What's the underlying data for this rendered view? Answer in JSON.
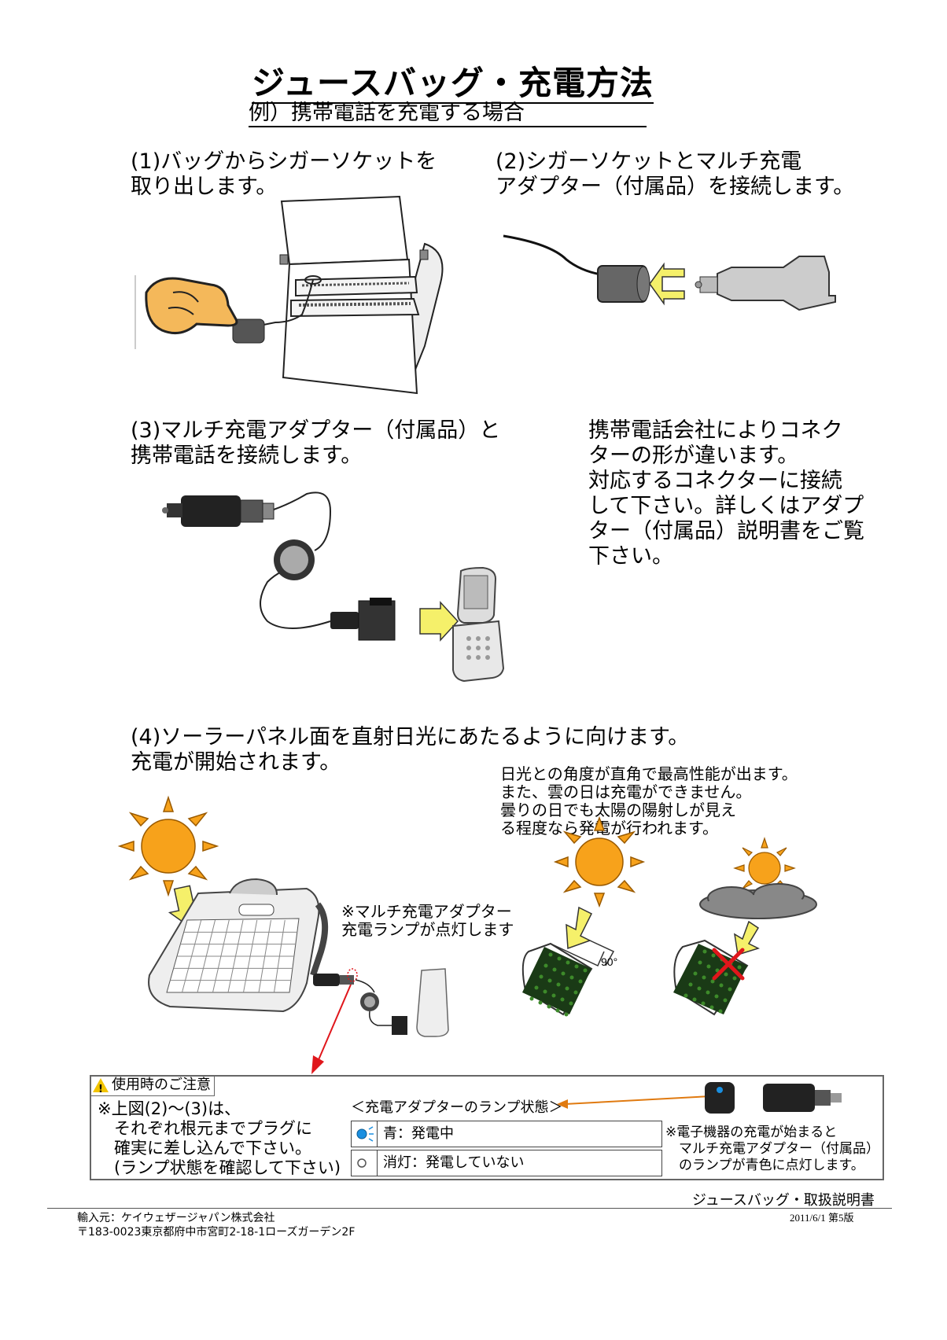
{
  "header": {
    "title": "ジュースバッグ・充電方法",
    "subtitle": "例）携帯電話を充電する場合"
  },
  "steps": [
    {
      "text": "(1)バッグからシガーソケットを\n取り出します。"
    },
    {
      "text": "(2)シガーソケットとマルチ充電\nアダプター（付属品）を接続します。"
    },
    {
      "text": "(3)マルチ充電アダプター（付属品）と\n携帯電話を接続します。"
    },
    {
      "text": "(4)ソーラーパネル面を直射日光にあたるように向けます。\n充電が開始されます。"
    }
  ],
  "connector_note": "携帯電話会社によりコネク\nターの形が違います。\n対応するコネクターに接続\nして下さい。詳しくはアダプ\nター（付属品）説明書をご覧\n下さい。",
  "sun_note": "日光との角度が直角で最高性能が出ます。\nまた、雲の日は充電ができません。\n曇りの日でも太陽の陽射しが見え\nる程度なら発電が行われます。",
  "lamp_note": "※マルチ充電アダプター\n充電ランプが点灯します",
  "angle_label": "90°",
  "caution": {
    "heading": "使用時のご注意",
    "body": "※上図(2)〜(3)は、\n　それぞれ根元までプラグに\n　確実に差し込んで下さい。\n　(ランプ状態を確認して下さい)",
    "lamp_title": "＜充電アダプターのランプ状態＞",
    "lamp_states": [
      {
        "label": "青：発電中",
        "color": "#1a8fe0"
      },
      {
        "label": "消灯：発電していない",
        "color": "#ffffff"
      }
    ],
    "right_note": "※電子機器の充電が始まると\n　マルチ充電アダプター（付属品）\n　のランプが青色に点灯します。"
  },
  "footer": {
    "doc_name": "ジュースバッグ・取扱説明書",
    "date_version": "2011/6/1 第5版",
    "importer": "輸入元：ケイウェザージャパン株式会社",
    "address": "〒183-0023東京都府中市宮町2-18-1ローズガーデン2F"
  },
  "colors": {
    "sun": "#f7a21b",
    "sun_ray": "#e88a00",
    "arrow_yellow": "#f5f06a",
    "red": "#e0161b",
    "orange_line": "#e07a10",
    "lamp_blue": "#1a8fe0"
  }
}
